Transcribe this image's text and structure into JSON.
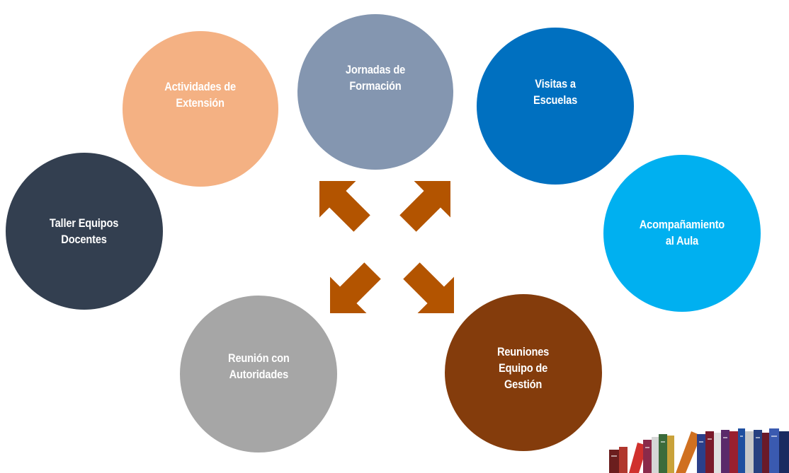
{
  "colors": {
    "jornadas": "#8496b0",
    "actividades": "#f4b183",
    "visitas": "#0070c0",
    "taller": "#333f50",
    "acompanamiento": "#00b0f0",
    "reunion_autoridades": "#a6a6a6",
    "reuniones_equipo": "#843c0c",
    "arrow": "#b35400"
  },
  "nodes": {
    "jornadas": "Jornadas de\nFormación",
    "actividades": "Actividades de\nExtensión",
    "visitas": "Visitas a\nEscuelas",
    "taller": "Taller Equipos\nDocentes",
    "acompanamiento": "Acompañamiento\nal Aula",
    "reunion_autoridades": "Reunión con\nAutoridades",
    "reuniones_equipo": "Reuniones\nEquipo de\nGestión"
  },
  "arrows": [
    "up-left",
    "up-right",
    "down-left",
    "down-right"
  ],
  "decoration": "books-icon"
}
